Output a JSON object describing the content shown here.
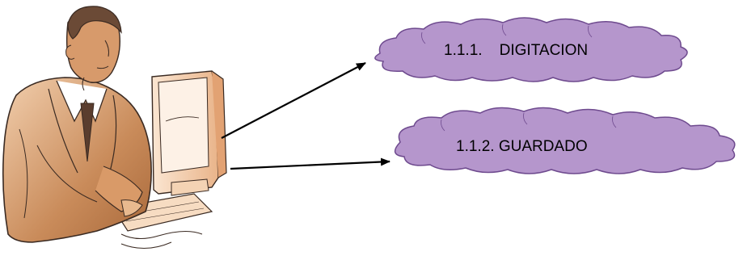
{
  "diagram": {
    "nodes": [
      {
        "id": "digitacion",
        "label": "1.1.1.    DIGITACION"
      },
      {
        "id": "guardado",
        "label": "1.1.2. GUARDADO"
      }
    ],
    "edges": [
      {
        "from": "person-at-computer",
        "to": "digitacion"
      },
      {
        "from": "person-at-computer",
        "to": "guardado"
      }
    ]
  },
  "colors": {
    "cloud_fill": "#b596cc",
    "cloud_stroke": "#6e4a8e",
    "arrow": "#000000",
    "skin": "#c98b5a",
    "suit_light": "#e8b98f",
    "line": "#3a2a22"
  },
  "icons": {
    "person": "man-at-computer-clipart"
  }
}
